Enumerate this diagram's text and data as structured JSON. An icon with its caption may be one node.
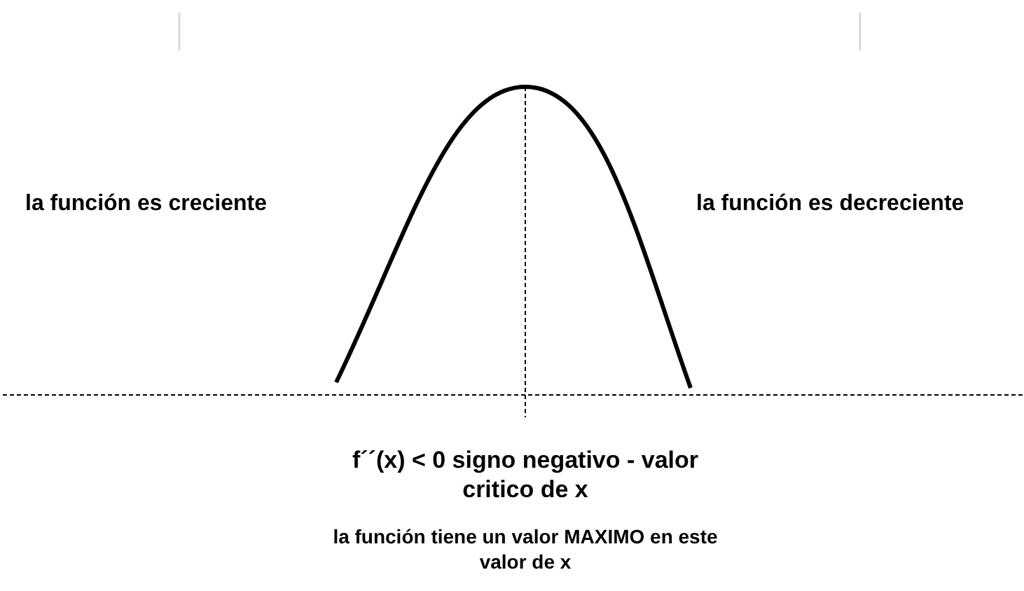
{
  "diagram": {
    "labels": [
      "la función es creciente",
      "la función es decreciente",
      "f´´(x)  < 0 signo negativo - valor critico de x",
      "la función tiene un valor MAXIMO en este valor de x"
    ]
  }
}
